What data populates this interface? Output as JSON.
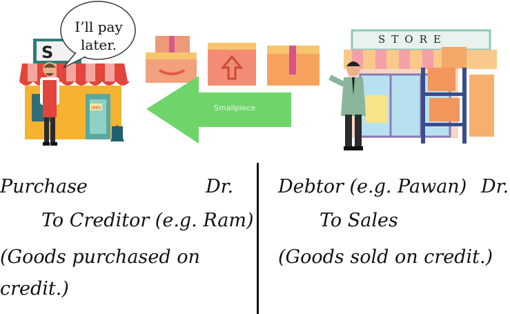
{
  "illustration": {
    "shop_sign_letters": "S",
    "speech_bubble": "I’ll pay later.",
    "open_sign": "OPEN",
    "watermark": "Smallpiece",
    "store_sign": "STORE"
  },
  "left_entry": {
    "debit_account": "Purchase",
    "debit_marker": "Dr.",
    "credit_account": "To Creditor (e.g. Ram)",
    "narration_line1": "(Goods purchased on",
    "narration_line2": "credit.)"
  },
  "right_entry": {
    "debit_account": "Debtor (e.g. Pawan)",
    "debit_marker": "Dr.",
    "credit_account": "To Sales",
    "narration": "(Goods sold on credit.)"
  }
}
